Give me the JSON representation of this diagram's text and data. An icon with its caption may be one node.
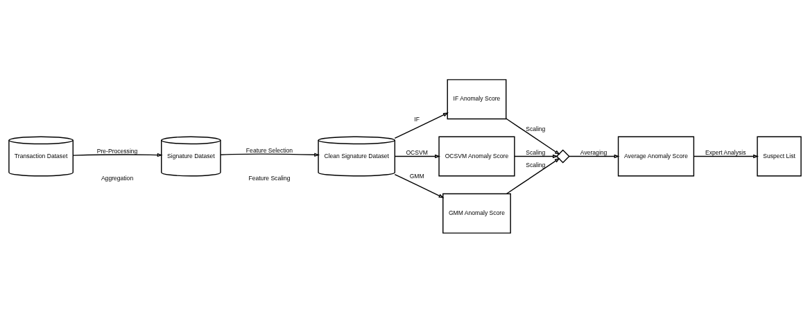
{
  "diagram": {
    "nodes": [
      {
        "text": [
          "Transaction Dataset"
        ]
      },
      {
        "text": [
          "Signature Dataset"
        ]
      },
      {
        "text": [
          "Clean Signature Dataset"
        ]
      },
      {
        "text": [
          "IF Anomaly Score"
        ]
      },
      {
        "text": [
          "OCSVM Anomaly Score"
        ]
      },
      {
        "text": [
          "GMM Anomaly Score"
        ]
      },
      {
        "text": [],
        "shape": "diamond"
      },
      {
        "text": [
          "Average Anomaly Score"
        ]
      },
      {
        "text": [
          "Suspect List"
        ]
      }
    ],
    "edges": [
      {
        "from": 0,
        "to": 1,
        "arrow": "to",
        "label": "Pre-Processing"
      },
      {
        "from": 1,
        "to": 2,
        "arrow": "to",
        "label": "Feature Selection"
      },
      {
        "from": 2,
        "to": 3,
        "arrow": "to",
        "label": "IF"
      },
      {
        "from": 2,
        "to": 4,
        "arrow": "to",
        "label": "OCSVM"
      },
      {
        "from": 2,
        "to": 5,
        "arrow": "to",
        "label": "GMM"
      },
      {
        "from": 3,
        "to": 6,
        "arrow": "to",
        "label": "Scaling"
      },
      {
        "from": 4,
        "to": 6,
        "arrow": "to",
        "label": "Scaling"
      },
      {
        "from": 5,
        "to": 6,
        "arrow": "to",
        "label": "Scaling"
      },
      {
        "from": 6,
        "to": 7,
        "arrow": "to",
        "label": "Averaging"
      },
      {
        "from": 7,
        "to": 8,
        "arrow": "to",
        "label": "Expert Analysis"
      }
    ],
    "labels": [
      "Aggregation",
      "Feature Scaling"
    ]
  }
}
